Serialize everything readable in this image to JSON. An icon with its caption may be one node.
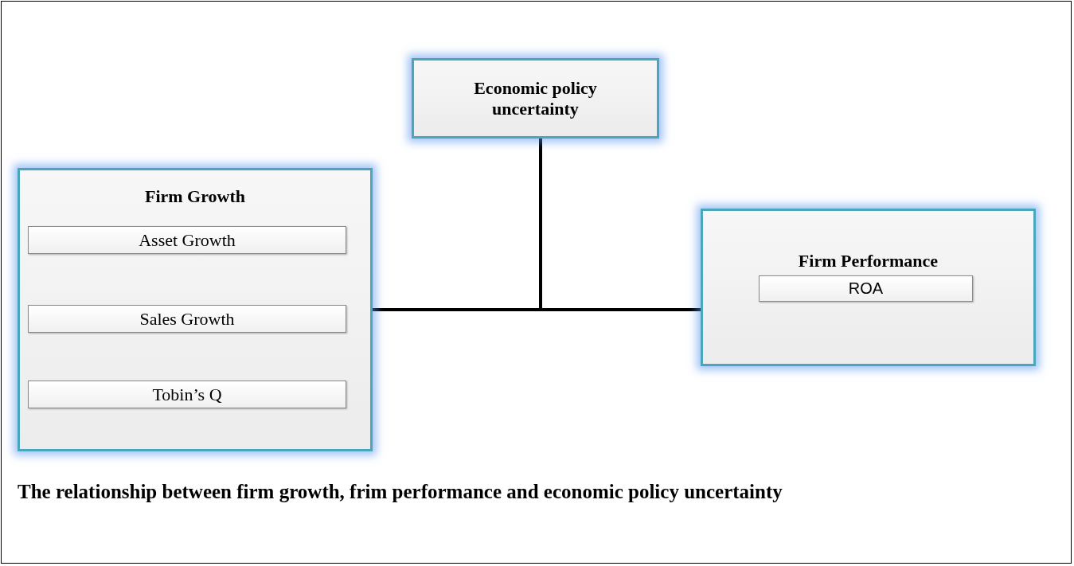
{
  "diagram": {
    "caption": "The relationship between firm growth, frim performance and economic policy uncertainty",
    "nodes": [
      {
        "text": [
          "Economic policy uncertainty"
        ]
      },
      {
        "text": [
          "Firm Growth"
        ]
      },
      {
        "text": [
          "Asset Growth"
        ],
        "in": 1
      },
      {
        "text": [
          "Sales Growth"
        ],
        "in": 1
      },
      {
        "text": [
          "Tobin’s Q"
        ],
        "in": 1
      },
      {
        "text": [
          "Firm Performance"
        ]
      },
      {
        "text": [
          "ROA"
        ],
        "in": 5
      }
    ],
    "edges": [
      {
        "from": 1,
        "to": 5,
        "arrow": "none"
      },
      {
        "from": 0,
        "to": null,
        "arrow": "none"
      }
    ]
  }
}
